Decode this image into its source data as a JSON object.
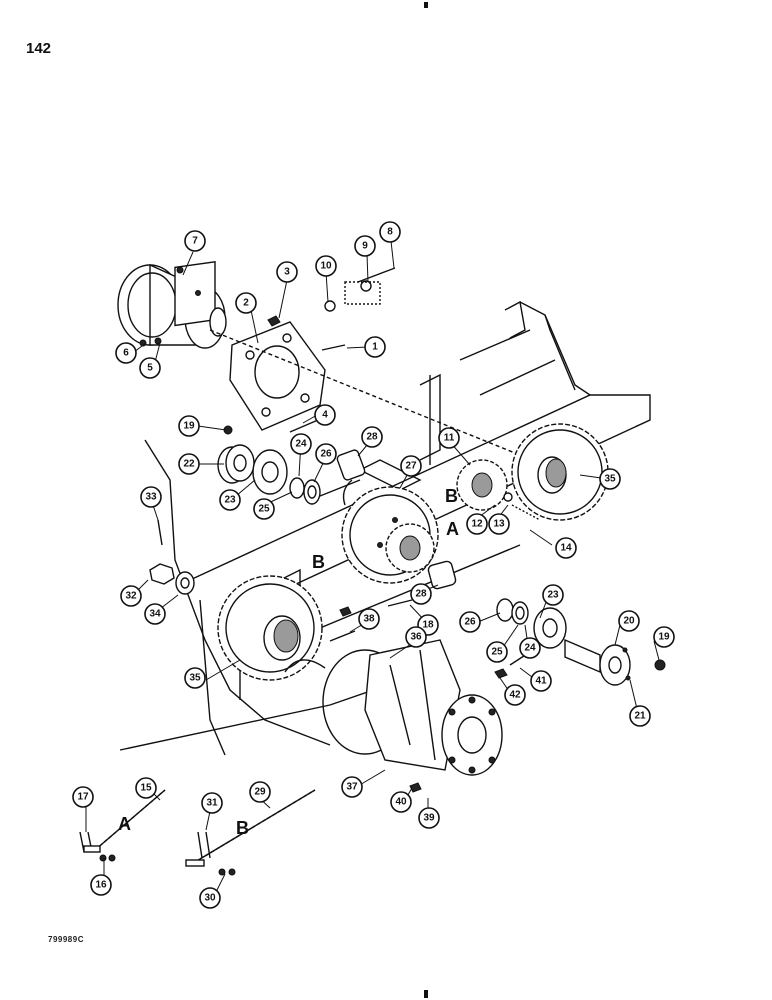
{
  "page": {
    "number": "142",
    "figure_code": "799989C"
  },
  "chain_labels": {
    "a": "A",
    "b": "B"
  },
  "callouts": [
    "1",
    "2",
    "3",
    "4",
    "5",
    "6",
    "7",
    "8",
    "9",
    "10",
    "11",
    "12",
    "13",
    "14",
    "15",
    "16",
    "17",
    "18",
    "19",
    "19",
    "20",
    "21",
    "22",
    "23",
    "23",
    "24",
    "24",
    "25",
    "25",
    "26",
    "26",
    "27",
    "28",
    "28",
    "29",
    "30",
    "31",
    "32",
    "33",
    "34",
    "35",
    "35",
    "36",
    "37",
    "38",
    "39",
    "40",
    "41",
    "42"
  ],
  "colors": {
    "ink": "#111111",
    "paper": "#ffffff",
    "shade": "#9a9a9a"
  }
}
